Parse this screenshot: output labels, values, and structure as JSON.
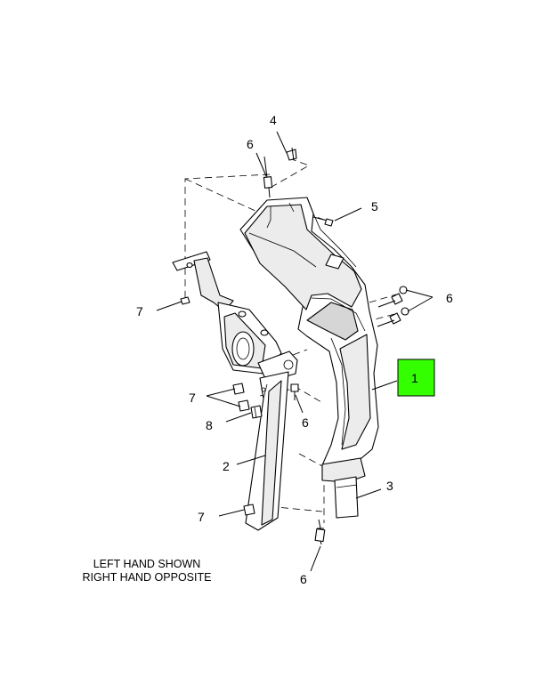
{
  "callouts": {
    "c1": "1",
    "c2": "2",
    "c3": "3",
    "c4": "4",
    "c5": "5",
    "c6a": "6",
    "c6b": "6",
    "c6c": "6",
    "c6d": "6",
    "c7a": "7",
    "c7b": "7",
    "c7c": "7",
    "c8": "8"
  },
  "note": {
    "line1": "LEFT HAND SHOWN",
    "line2": "RIGHT HAND OPPOSITE"
  },
  "colors": {
    "highlight": "#33ff00",
    "line": "#000000",
    "background": "#ffffff"
  }
}
